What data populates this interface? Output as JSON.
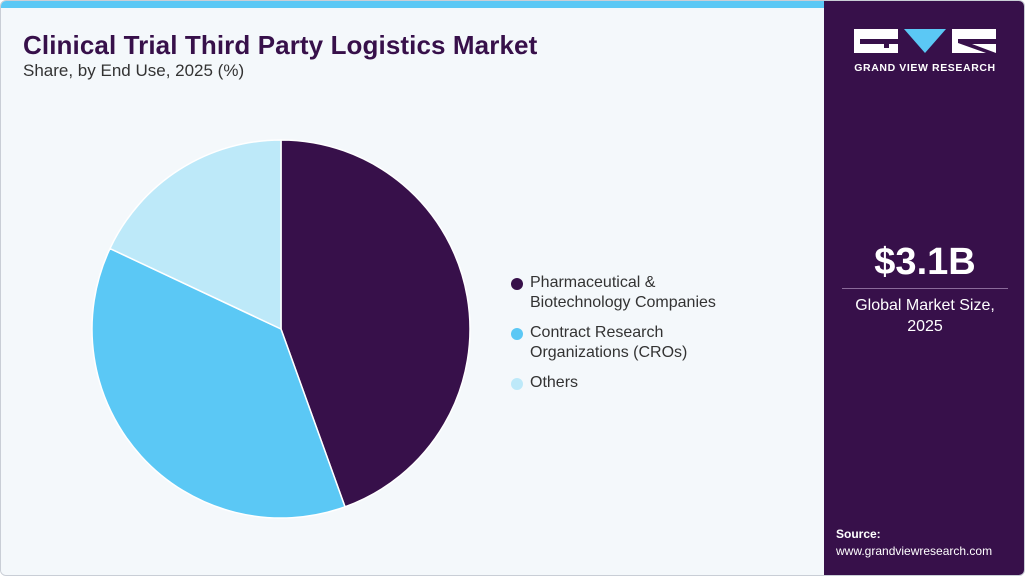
{
  "header": {
    "title": "Clinical Trial Third Party Logistics Market",
    "subtitle": "Share, by End Use, 2025 (%)"
  },
  "chart_data": {
    "type": "pie",
    "title": "Clinical Trial Third Party Logistics Market",
    "subtitle": "Share, by End Use, 2025 (%)",
    "categories": [
      "Pharmaceutical & Biotechnology Companies",
      "Contract Research Organizations (CROs)",
      "Others"
    ],
    "values": [
      44.5,
      37.5,
      18.0
    ],
    "colors": [
      "#37104a",
      "#5bc8f5",
      "#bde9f9"
    ],
    "legend_position": "right",
    "start_angle_deg": 0,
    "direction": "clockwise"
  },
  "legend": {
    "items": [
      {
        "label": "Pharmaceutical &\nBiotechnology Companies",
        "color": "#37104a"
      },
      {
        "label": "Contract Research\nOrganizations (CROs)",
        "color": "#5bc8f5"
      },
      {
        "label": "Others",
        "color": "#bde9f9"
      }
    ]
  },
  "side_panel": {
    "logo_text": "GRAND VIEW RESEARCH",
    "logo_icon": "gvr-logo-icon",
    "market_value": "$3.1B",
    "market_label": "Global Market Size,\n2025",
    "source_label": "Source:",
    "source_url": "www.grandviewresearch.com"
  },
  "colors": {
    "brand_dark": "#37104a",
    "brand_accent": "#5bc8f5",
    "background": "#f4f8fb"
  }
}
